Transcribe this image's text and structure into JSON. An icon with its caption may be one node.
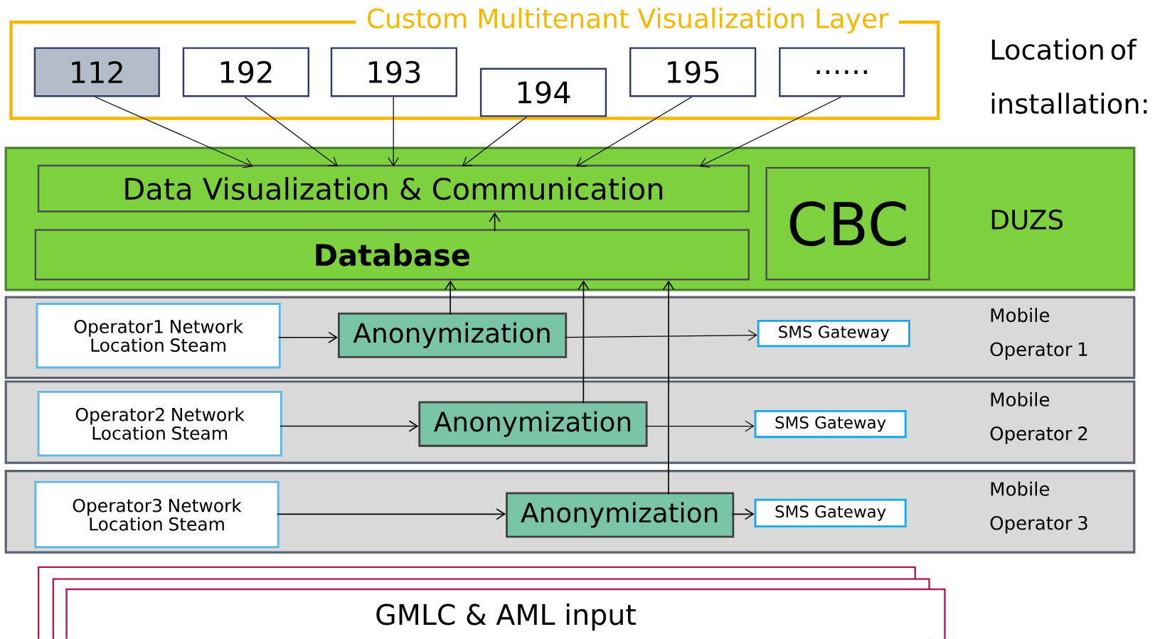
{
  "diagram": {
    "nodes": [
      {
        "text": [
          "Custom Multitenant  Visualization Layer"
        ]
      },
      {
        "text": [
          "112"
        ],
        "in": 0
      },
      {
        "text": [
          "192"
        ],
        "in": 0
      },
      {
        "text": [
          "193"
        ],
        "in": 0
      },
      {
        "text": [
          "194"
        ],
        "in": 0
      },
      {
        "text": [
          "195"
        ],
        "in": 0
      },
      {
        "text": [
          "......"
        ],
        "in": 0
      },
      {
        "text": [
          "DUZS"
        ]
      },
      {
        "text": [
          "Data Visualization & Communication"
        ],
        "in": 7
      },
      {
        "text": [
          "Database"
        ],
        "in": 7
      },
      {
        "text": [
          "CBC"
        ],
        "in": 7
      },
      {
        "text": [
          "Mobile Operator 1"
        ]
      },
      {
        "text": [
          "Operator1  Network Location Steam"
        ],
        "in": 11
      },
      {
        "text": [
          "Anonymization"
        ],
        "in": 11
      },
      {
        "text": [
          "SMS Gateway"
        ],
        "in": 11
      },
      {
        "text": [
          "Mobile Operator 2"
        ]
      },
      {
        "text": [
          "Operator2  Network Location Steam"
        ],
        "in": 15
      },
      {
        "text": [
          "Anonymization"
        ],
        "in": 15
      },
      {
        "text": [
          "SMS Gateway"
        ],
        "in": 15
      },
      {
        "text": [
          "Mobile Operator 3"
        ]
      },
      {
        "text": [
          "Operator3  Network Location Steam"
        ],
        "in": 19
      },
      {
        "text": [
          "Anonymization"
        ],
        "in": 19
      },
      {
        "text": [
          "SMS Gateway"
        ],
        "in": 19
      },
      {
        "text": [
          "GMLC & AML input"
        ]
      }
    ],
    "edges": [
      {
        "from": 1,
        "to": 8,
        "arrow": "to"
      },
      {
        "from": 2,
        "to": 8,
        "arrow": "to"
      },
      {
        "from": 3,
        "to": 8,
        "arrow": "to"
      },
      {
        "from": 4,
        "to": 8,
        "arrow": "to"
      },
      {
        "from": 5,
        "to": 8,
        "arrow": "to"
      },
      {
        "from": 6,
        "to": 8,
        "arrow": "to"
      },
      {
        "from": 9,
        "to": 8,
        "arrow": "to"
      },
      {
        "from": 13,
        "to": 9,
        "arrow": "to"
      },
      {
        "from": 17,
        "to": 9,
        "arrow": "to"
      },
      {
        "from": 21,
        "to": 9,
        "arrow": "to"
      },
      {
        "from": 12,
        "to": 13,
        "arrow": "to"
      },
      {
        "from": 13,
        "to": 14,
        "arrow": "to"
      },
      {
        "from": 16,
        "to": 17,
        "arrow": "to"
      },
      {
        "from": 17,
        "to": 18,
        "arrow": "to"
      },
      {
        "from": 20,
        "to": 21,
        "arrow": "to"
      },
      {
        "from": 21,
        "to": 22,
        "arrow": "to"
      }
    ],
    "labels": [
      "Location of installation:"
    ]
  }
}
